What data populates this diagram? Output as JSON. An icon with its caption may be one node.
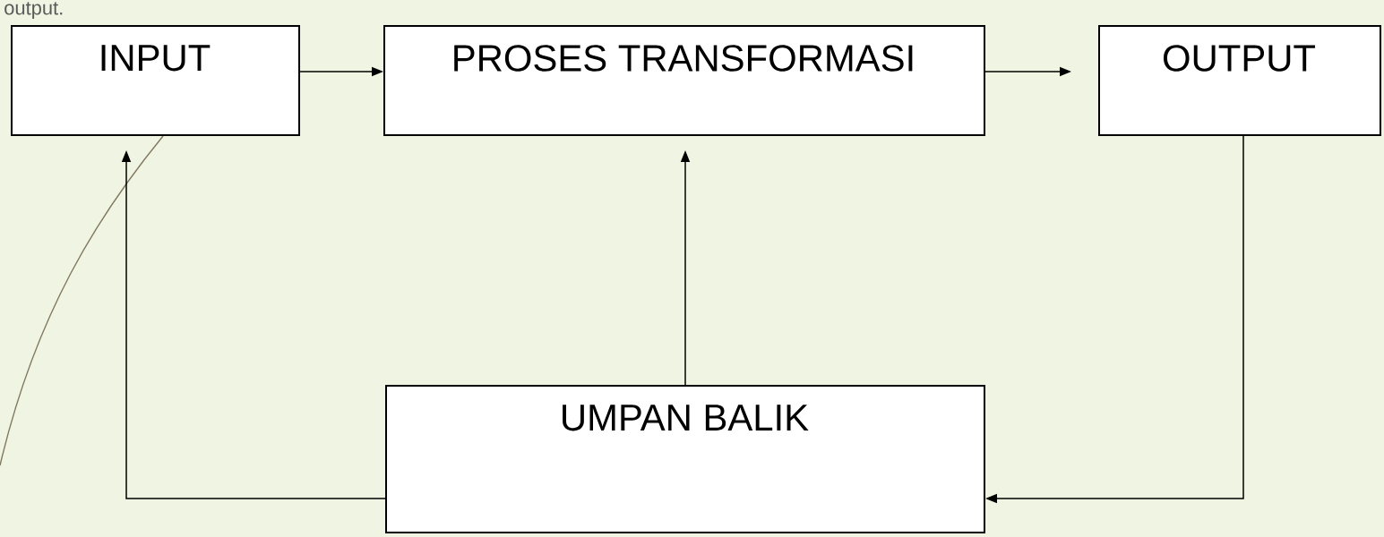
{
  "diagram": {
    "nodes": [
      {
        "text": [
          "INPUT"
        ]
      },
      {
        "text": [
          "PROSES TRANSFORMASI"
        ]
      },
      {
        "text": [
          "OUTPUT"
        ]
      },
      {
        "text": [
          "UMPAN BALIK"
        ]
      }
    ],
    "edges": [
      {
        "from": 0,
        "to": 1,
        "arrow": "to"
      },
      {
        "from": 1,
        "to": 2,
        "arrow": "to"
      },
      {
        "from": 3,
        "to": 1,
        "arrow": "to"
      },
      {
        "from": 3,
        "to": 0,
        "arrow": "to"
      },
      {
        "from": 2,
        "to": 3,
        "arrow": "to"
      }
    ],
    "labels": [
      "output."
    ]
  }
}
